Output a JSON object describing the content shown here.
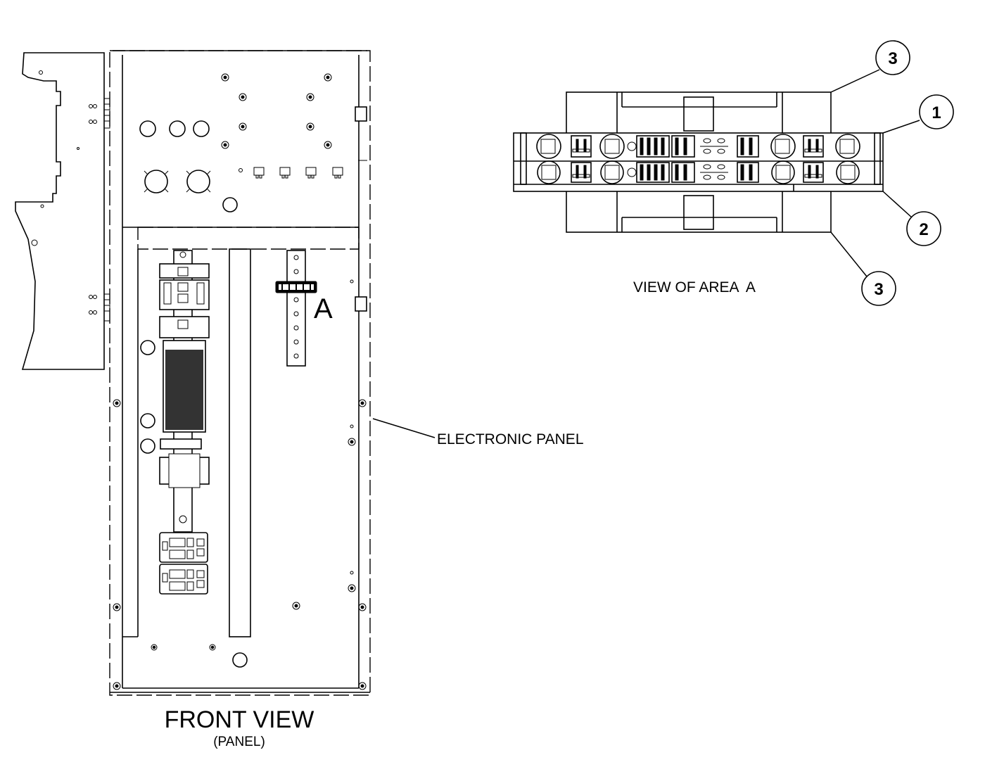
{
  "front_view": {
    "title": "FRONT VIEW",
    "subtitle": "(PANEL)",
    "area_marker": "A",
    "callout_label": "ELECTRONIC PANEL"
  },
  "detail_view": {
    "caption": "VIEW OF AREA  A",
    "balloons": [
      {
        "id": "balloon-3-top",
        "number": "3"
      },
      {
        "id": "balloon-1",
        "number": "1"
      },
      {
        "id": "balloon-2",
        "number": "2"
      },
      {
        "id": "balloon-3-bottom",
        "number": "3"
      }
    ]
  }
}
